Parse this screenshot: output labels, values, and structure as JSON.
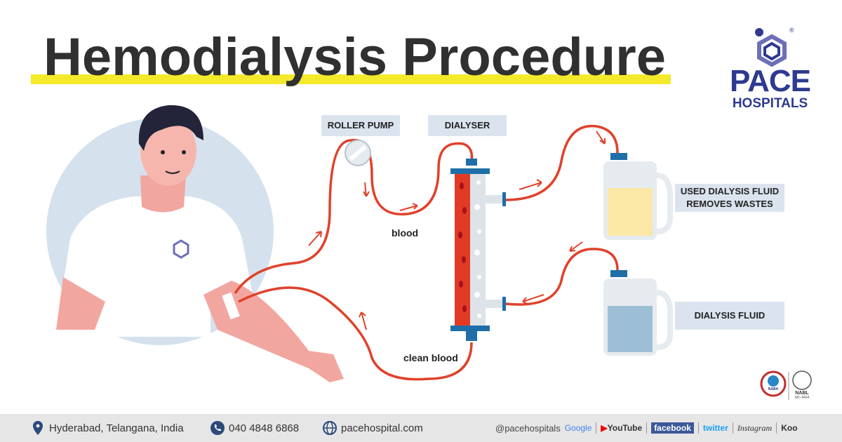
{
  "title": "Hemodialysis Procedure",
  "logo": {
    "line1": "PACE",
    "line2": "HOSPITALS",
    "registered": "®"
  },
  "labels": {
    "roller_pump": "ROLLER PUMP",
    "dialyser": "DIALYSER",
    "used_fluid": "USED DIALYSIS FLUID REMOVES WASTES",
    "fluid": "DIALYSIS FLUID",
    "blood": "blood",
    "clean_blood": "clean blood"
  },
  "accreditations": {
    "nabh": "NABH",
    "nabl": "NABL",
    "nabl_code": "MC-4464"
  },
  "footer": {
    "location": "Hyderabad, Telangana, India",
    "phone": "040 4848 6868",
    "website": "pacehospital.com",
    "handle": "@pacehospitals",
    "socials": [
      "Google",
      "YouTube",
      "facebook",
      "twitter",
      "Instagram",
      "Koo"
    ]
  },
  "colors": {
    "tube": "#e0412b",
    "brand": "#2e3a8f",
    "highlight": "#f4ea2c",
    "label_bg": "#dbe4ee",
    "used_fluid": "#fbe7a6",
    "fresh_fluid": "#9dbfd6"
  }
}
